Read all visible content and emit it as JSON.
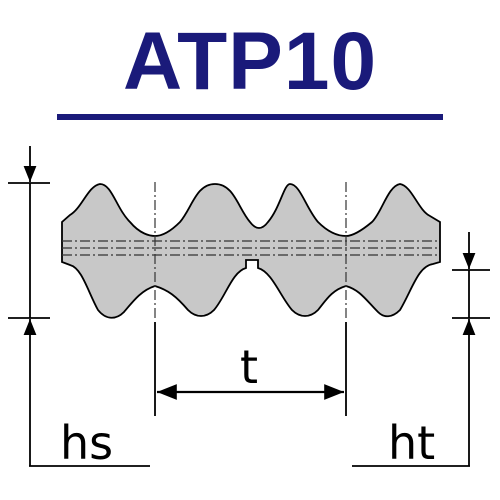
{
  "title": "ATP10",
  "labels": {
    "pitch": "t",
    "belt_height": "hs",
    "tooth_height": "ht"
  },
  "colors": {
    "title": "#1a1a7a",
    "rule": "#1a1a7a",
    "belt_fill": "#c8c8c8",
    "line": "#000000"
  }
}
